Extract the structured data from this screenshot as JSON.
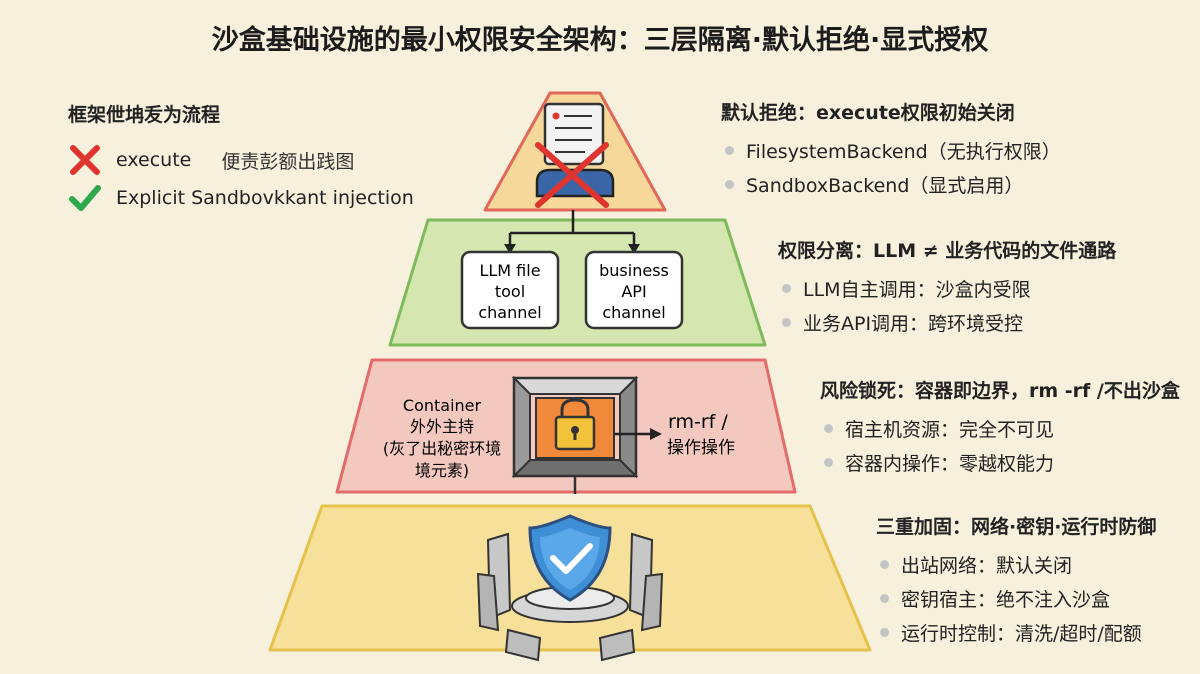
{
  "title": "沙盒基础设施的最小权限安全架构：三层隔离·默认拒绝·显式授权",
  "legend": {
    "title": "框架伳㘱叐为流程",
    "items": [
      {
        "icon": "x-mark-icon",
        "label": "execute",
        "note": "便责彭额出践图",
        "color": "#e0342f"
      },
      {
        "icon": "check-mark-icon",
        "label": "Explicit Sandbovkkant injection",
        "color": "#2ea84a"
      }
    ]
  },
  "panels": [
    {
      "heading": "默认拒绝：execute权限初始关闭",
      "bullets": [
        "FilesystemBackend（无执行权限）",
        "SandboxBackend（显式启用）"
      ]
    },
    {
      "heading": "权限分离：LLM ≠ 业务代码的文件通路",
      "bullets": [
        "LLM自主调用：沙盒内受限",
        "业务API调用：跨环境受控"
      ]
    },
    {
      "heading": "风险锁死：容器即边界，rm -rf /不出沙盒",
      "bullets": [
        "宿主机资源：完全不可见",
        "容器内操作：零越权能力"
      ]
    },
    {
      "heading": "三重加固：网络·密钥·运行时防御",
      "bullets": [
        "出站网络：默认关闭",
        "密钥宿主：绝不注入沙盒",
        "运行时控制：清洗/超时/配额"
      ]
    }
  ],
  "pyramid": {
    "channel_llm": [
      "LLM file",
      "tool",
      "channel"
    ],
    "channel_api": [
      "business",
      "API",
      "channel"
    ],
    "container_label": [
      "Container",
      "外外主持",
      "(灰了出秘密环境",
      "境元素)"
    ],
    "rm_label": [
      "rm-rf /",
      "操作操作"
    ]
  },
  "colors": {
    "tier1_fill": "#f6d99a",
    "tier1_stroke": "#e0675a",
    "tier2_fill": "#d5e6b0",
    "tier2_stroke": "#7dbb5a",
    "tier3_fill": "#f3c9bf",
    "tier3_stroke": "#e36b6b",
    "tier4_fill": "#f7e09a",
    "tier4_stroke": "#e5c24c",
    "lock_orange": "#f08a3a",
    "shield_blue": "#3f8fd6"
  }
}
